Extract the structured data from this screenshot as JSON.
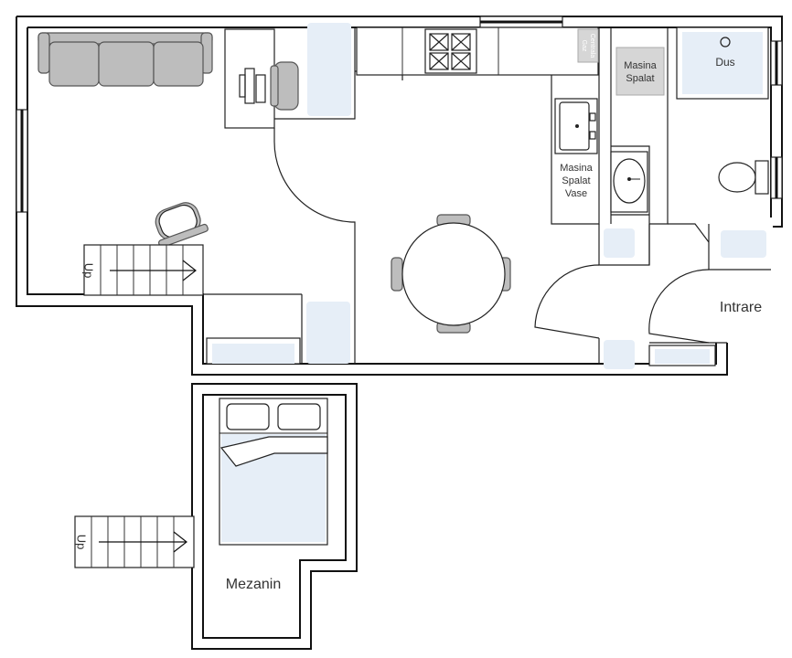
{
  "labels": {
    "dishwasher": [
      "Masina",
      "Spalat",
      "Vase"
    ],
    "washer": [
      "Masina",
      "Spalat"
    ],
    "shower": "Dus",
    "boiler": [
      "Centrala",
      "Gaz"
    ],
    "entrance": "Intrare",
    "mezzanine": "Mezanin",
    "stairs_main": "Up",
    "stairs_mezzanine": "Up"
  },
  "colors": {
    "wall": "#111111",
    "fixture_fill": "#e6eef7",
    "furniture_grey": "#bdbdbd",
    "appliance_grey": "#d6d6d6"
  }
}
